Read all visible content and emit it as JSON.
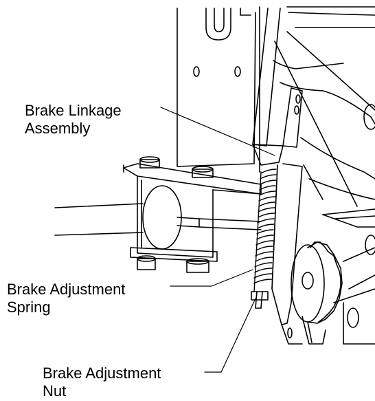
{
  "figure": {
    "callouts": [
      {
        "id": "brake-linkage-assembly",
        "lines": [
          "Brake Linkage",
          "Assembly"
        ]
      },
      {
        "id": "brake-adjustment-spring",
        "lines": [
          "Brake Adjustment",
          "Spring"
        ]
      },
      {
        "id": "brake-adjustment-nut",
        "lines": [
          "Brake Adjustment",
          "Nut"
        ]
      }
    ],
    "colors": {
      "ink": "#000000",
      "paper": "#ffffff"
    }
  }
}
